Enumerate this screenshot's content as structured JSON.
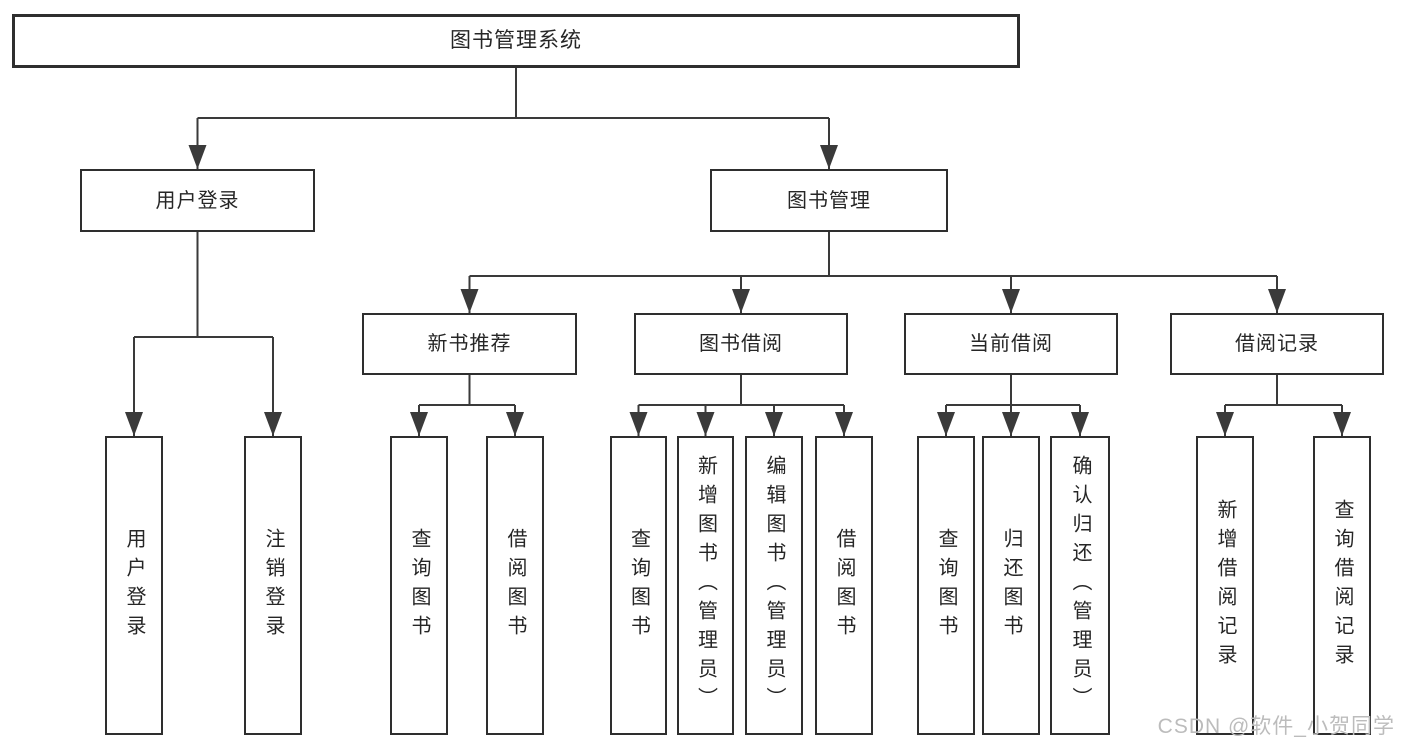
{
  "diagram": {
    "title_node": "图书管理系统",
    "root": {
      "label": "图书管理系统"
    },
    "branches": [
      {
        "label": "用户登录",
        "children": [
          {
            "label": "用户登录"
          },
          {
            "label": "注销登录"
          }
        ]
      },
      {
        "label": "图书管理",
        "children": [
          {
            "label": "新书推荐",
            "children": [
              {
                "label": "查询图书"
              },
              {
                "label": "借阅图书"
              }
            ]
          },
          {
            "label": "图书借阅",
            "children": [
              {
                "label": "查询图书"
              },
              {
                "label": "新增图书（管理员）"
              },
              {
                "label": "编辑图书（管理员）"
              },
              {
                "label": "借阅图书"
              }
            ]
          },
          {
            "label": "当前借阅",
            "children": [
              {
                "label": "查询图书"
              },
              {
                "label": "归还图书"
              },
              {
                "label": "确认归还（管理员）"
              }
            ]
          },
          {
            "label": "借阅记录",
            "children": [
              {
                "label": "新增借阅记录"
              },
              {
                "label": "查询借阅记录"
              }
            ]
          }
        ]
      }
    ]
  },
  "watermark": {
    "text": "CSDN @软件_小贺同学"
  },
  "colors": {
    "background": "#ffffff",
    "line": "#3a3a3a",
    "border": "#2e2e2e",
    "text": "#262626",
    "watermark": "#bcbcbc"
  }
}
